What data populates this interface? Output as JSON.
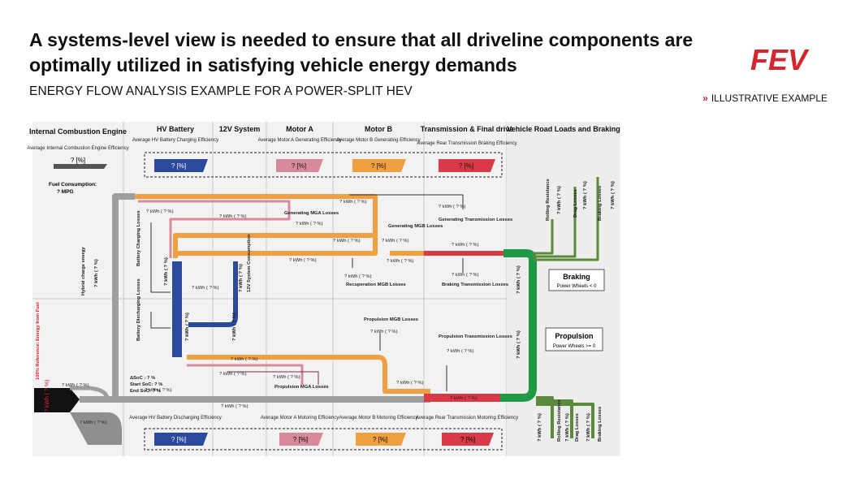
{
  "title": "A systems-level view is needed to ensure that all driveline components are optimally utilized in satisfying vehicle energy demands",
  "subtitle": "ENERGY FLOW ANALYSIS EXAMPLE FOR A POWER-SPLIT HEV",
  "illustrative": "ILLUSTRATIVE EXAMPLE",
  "brand": {
    "name": "FEV",
    "color": "#d4262c"
  },
  "colors": {
    "fuel": "#9e9e9e",
    "battery": "#2b4a9e",
    "motorA": "#d98a9a",
    "motorB": "#f0a040",
    "trans": "#d93a48",
    "road": "#1e9a46",
    "roadLoss": "#5a8a3a",
    "dark": "#222222"
  },
  "columns": {
    "ice": "Internal Combustion Engine",
    "ice_sub": "Average Internal Combustion Engine Efficiency",
    "hv": "HV Battery",
    "v12": "12V System",
    "ma": "Motor A",
    "mb": "Motor B",
    "tr": "Transmission & Final drive",
    "road": "Vehicle Road Loads and Braking"
  },
  "top_eff": {
    "hv": "Average HV Battery Charging Efficiency",
    "ma": "Average Motor A Generating Efficiency",
    "mb": "Average Motor B Generating Efficiency",
    "tr": "Average Rear Transmission Braking Efficiency"
  },
  "bottom_eff": {
    "hv": "Average HV Battery Discharging Efficiency",
    "ma": "Average Motor A Motoring Efficiency",
    "mb": "Average Motor B Motoring Efficiency",
    "tr": "Average Rear Transmission Motoring Efficiency"
  },
  "pct_box": "? [%]",
  "fuel_label": "Fuel Consumption:",
  "fuel_value": "? MPG",
  "kwh_label": "? kWh ( ? %)",
  "labels": {
    "gen_mga_losses": "Generating MGA Losses",
    "gen_mgb_losses": "Generating MGB Losses",
    "gen_trans_losses": "Generating Transmission Losses",
    "recup_mgb_losses": "Recuperation MGB Losses",
    "braking_trans_losses": "Braking Transmission Losses",
    "prop_mgb_losses": "Propulsion MGB Losses",
    "prop_trans_losses": "Propulsion Transmission Losses",
    "prop_mga_losses": "Propulsion MGA Losses",
    "batt_charging_losses": "Battery Charging Losses",
    "batt_discharging_losses": "Battery Discharging Losses",
    "hybrid_charge": "Hybrid charge energy",
    "v12_consumption": "12V System Consumption",
    "reference": "100% Reference: Energy from Fuel",
    "soc": "ΔSoC : ? %",
    "start_soc": "Start SoC: ? %",
    "end_soc": "End SoC: ? %",
    "braking": "Braking",
    "braking_sub": "Power Wheels < 0",
    "propulsion": "Propulsion",
    "propulsion_sub": "Power Wheels >= 0",
    "rolling": "Rolling Resistance",
    "drag": "Drag Losses",
    "braking_losses": "Braking Losses"
  }
}
